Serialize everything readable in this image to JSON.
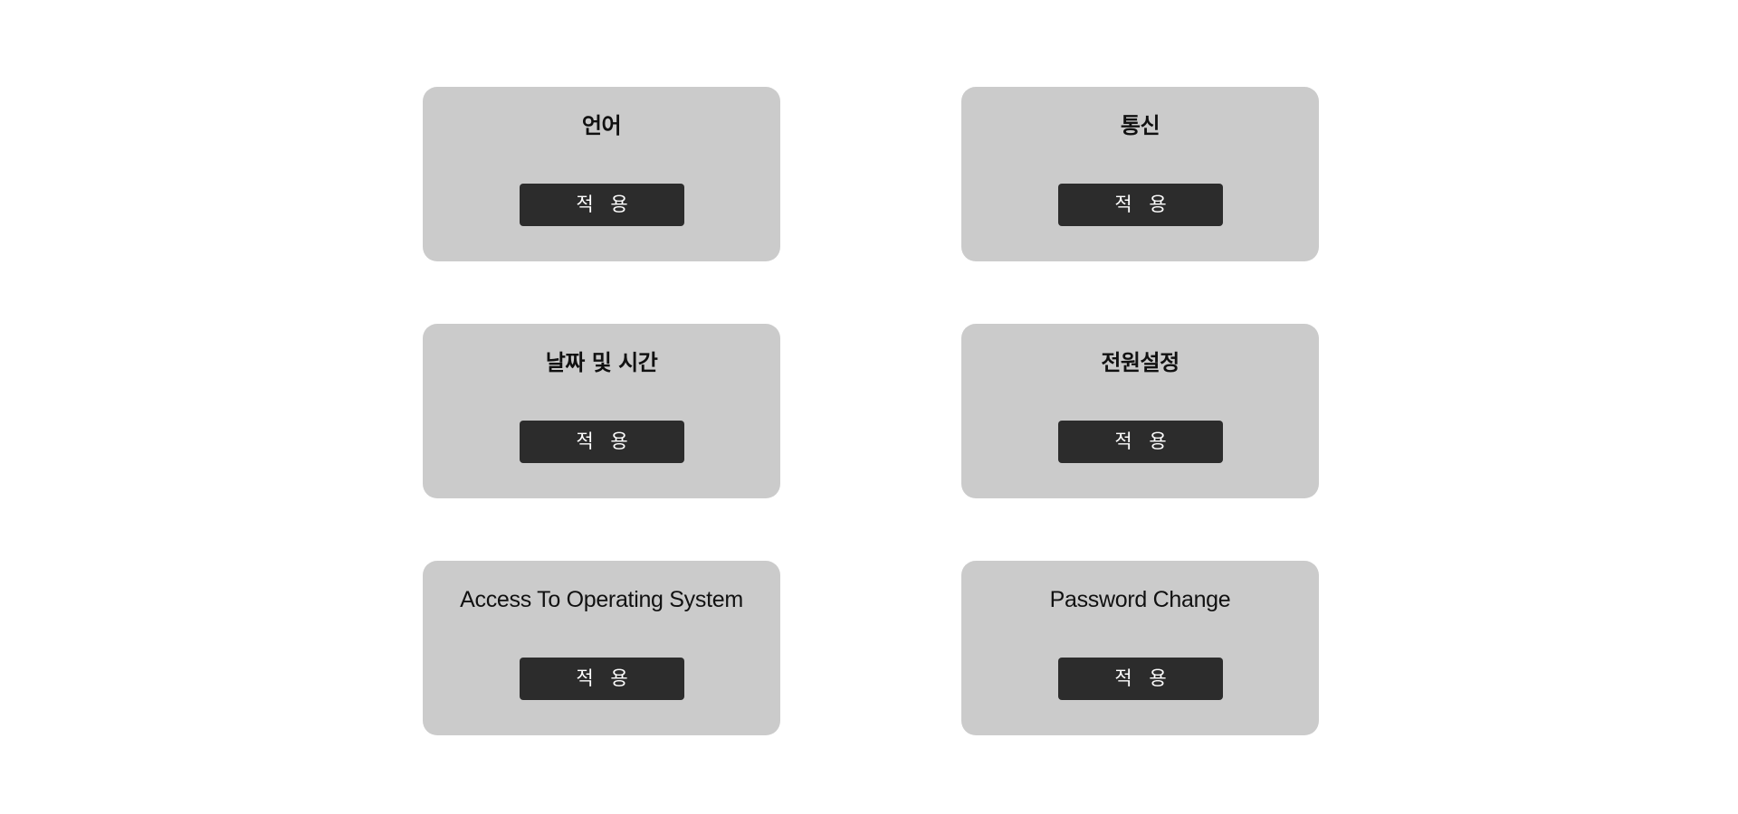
{
  "settings": {
    "cards": [
      {
        "title": "언어",
        "button_label": "적 용"
      },
      {
        "title": "통신",
        "button_label": "적 용"
      },
      {
        "title": "날짜 및 시간",
        "button_label": "적 용"
      },
      {
        "title": "전원설정",
        "button_label": "적 용"
      },
      {
        "title": "Access To Operating System",
        "button_label": "적 용"
      },
      {
        "title": "Password Change",
        "button_label": "적 용"
      }
    ]
  },
  "colors": {
    "page_background": "#ffffff",
    "card_background": "#cbcbcb",
    "button_background": "#2c2c2c",
    "button_text": "#ffffff",
    "title_text": "#111111"
  }
}
